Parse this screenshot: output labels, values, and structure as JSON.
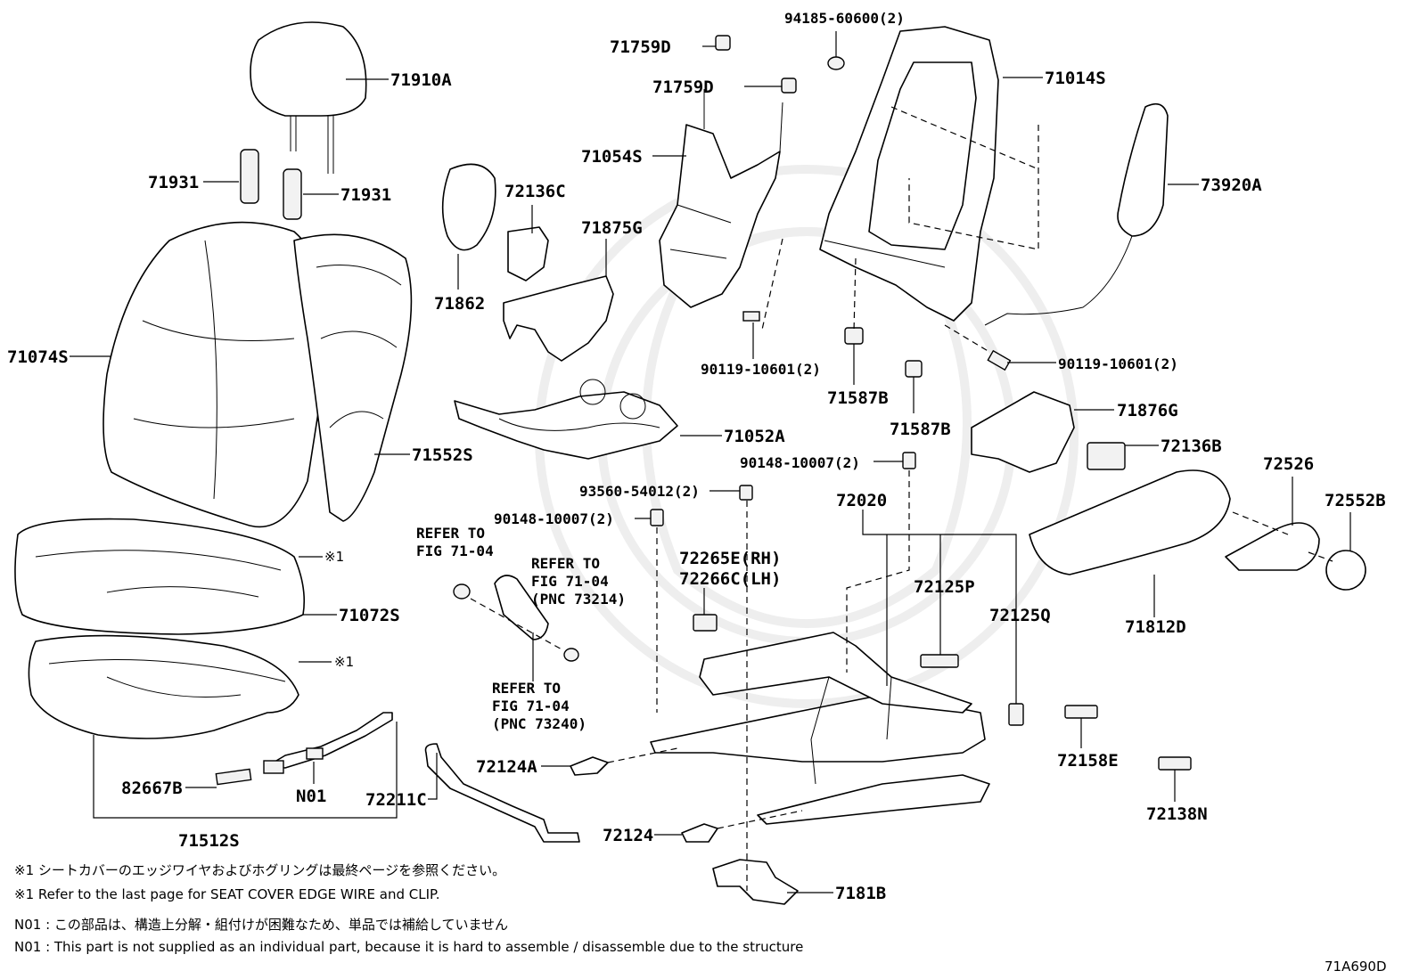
{
  "diagram_code": "71A690D",
  "labels": {
    "l71910A": "71910A",
    "l71931a": "71931",
    "l71931b": "71931",
    "l71074S": "71074S",
    "l71552S": "71552S",
    "l71072S": "71072S",
    "l71512S": "71512S",
    "l82667B": "82667B",
    "lN01": "N01",
    "lx1a": "※1",
    "lx1b": "※1",
    "l71862": "71862",
    "l72136C": "72136C",
    "l71875G": "71875G",
    "l71759Da": "71759D",
    "l71759Db": "71759D",
    "l71054S": "71054S",
    "l9418560600": "94185-60600(2)",
    "l71014S": "71014S",
    "l73920A": "73920A",
    "l9011910601a": "90119-10601(2)",
    "l9011910601b": "90119-10601(2)",
    "l71587Ba": "71587B",
    "l71587Bb": "71587B",
    "l71876G": "71876G",
    "l72136B": "72136B",
    "l71052A": "71052A",
    "l9014810007a": "90148-10007(2)",
    "l9014810007b": "90148-10007(2)",
    "l9356054012": "93560-54012(2)",
    "l72020": "72020",
    "l72265E": "72265E(RH)",
    "l72266C": "72266C(LH)",
    "l72125P": "72125P",
    "l72125Q": "72125Q",
    "l72526": "72526",
    "l72552B": "72552B",
    "l71812D": "71812D",
    "l72124A": "72124A",
    "l72211C": "72211C",
    "l72124": "72124",
    "l7181B": "7181B",
    "l72158E": "72158E",
    "l72138N": "72138N"
  },
  "refs": {
    "r1a": "REFER TO",
    "r1b": "FIG 71-04",
    "r2a": "REFER TO",
    "r2b": "FIG 71-04",
    "r2c": "(PNC 73214)",
    "r3a": "REFER TO",
    "r3b": "FIG 71-04",
    "r3c": "(PNC 73240)"
  },
  "notes": {
    "n1jp": "※1 シートカバーのエッジワイヤおよびホグリングは最終ページを参照ください。",
    "n1en": "※1 Refer to the last page for SEAT COVER EDGE WIRE and CLIP.",
    "n2jp": "N01 : この部品は、構造上分解・組付けが困難なため、単品では補給していません",
    "n2en": "N01 : This part is not supplied as an individual part, because it is hard to assemble / disassemble due to the structure"
  }
}
